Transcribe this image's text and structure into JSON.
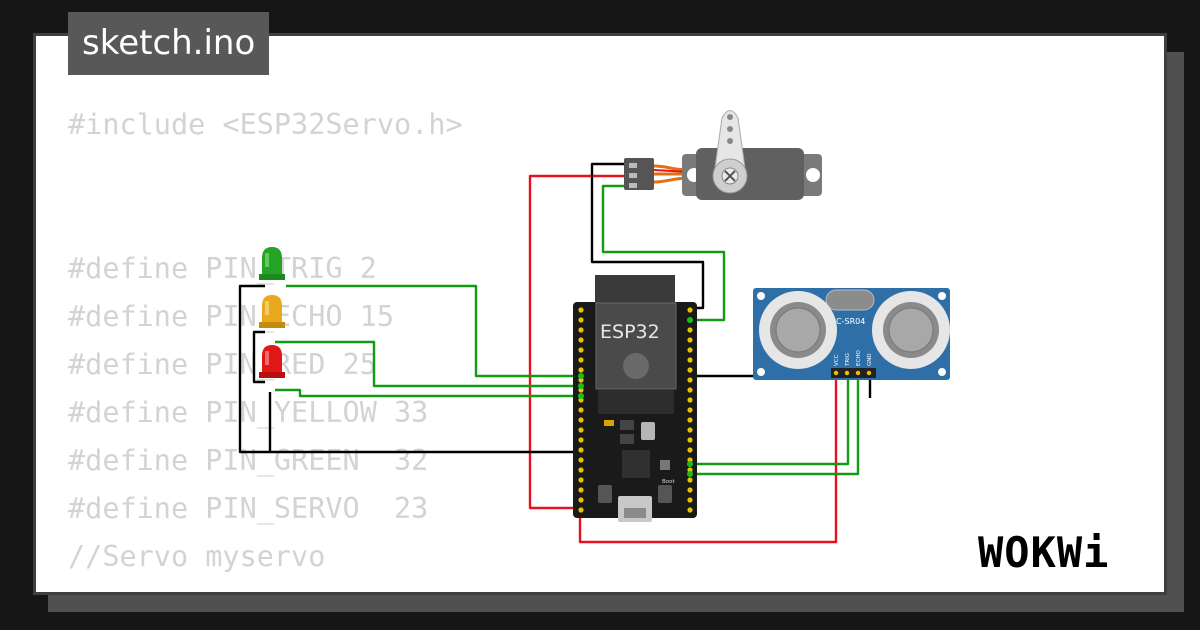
{
  "title": "sketch.ino",
  "code_lines": [
    "#include <ESP32Servo.h>",
    "",
    "",
    "#define PIN_TRIG 2",
    "#define PIN_ECHO 15",
    "#define PIN_RED 25",
    "#define PIN_YELLOW 33",
    "#define PIN_GREEN  32",
    "#define PIN_SERVO  23",
    "//Servo myservo"
  ],
  "board_label": "ESP32",
  "sensor_label": "HC-SR04",
  "sensor_pins": [
    "VCC",
    "TRIG",
    "ECHO",
    "GND"
  ],
  "board_button_label": "Boot",
  "logo": "WOKWi",
  "colors": {
    "background": "#161616",
    "card": "#ffffff",
    "code_text": "#d3d3d3",
    "title_tab": "#585858",
    "wire_red": "#e8121e",
    "wire_green": "#129c12",
    "wire_black": "#000000",
    "led_green": "#24a324",
    "led_yellow": "#e8a91c",
    "led_red": "#e01818",
    "sensor_board": "#2f6fa8",
    "esp_board": "#1a1a1a"
  }
}
